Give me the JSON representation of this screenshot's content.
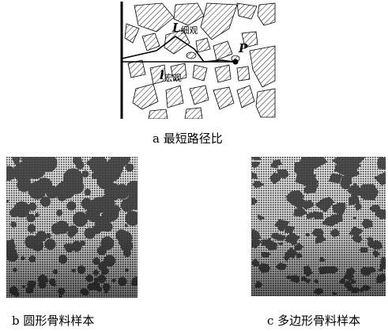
{
  "panel_a": {
    "caption": "a 最短路径比",
    "micro_symbol": "L",
    "micro_subscript": "细观",
    "macro_symbol": "l",
    "macro_subscript": "宏观",
    "point_label": "P"
  },
  "panel_b": {
    "caption": "b 圆形骨料样本"
  },
  "panel_c": {
    "caption": "c 多边形骨料样本"
  },
  "colors": {
    "ink": "#000000",
    "paper": "#ffffff",
    "matrix_gray": "#7a7a7a",
    "aggregate_dark": "#2a2a2a"
  }
}
